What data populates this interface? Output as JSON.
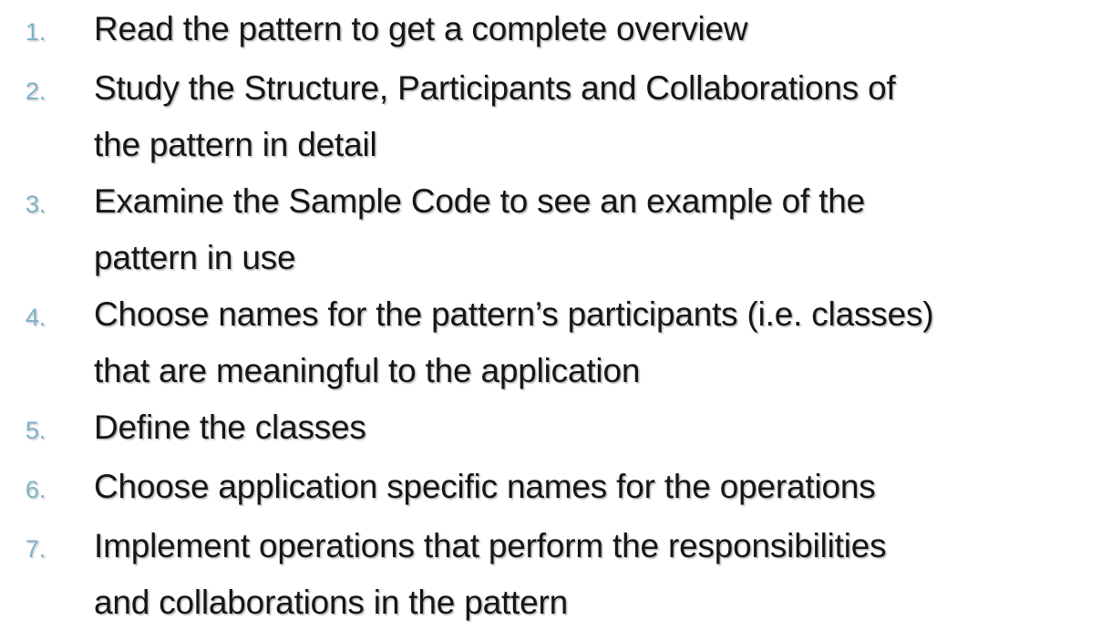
{
  "slide": {
    "background_color": "#ffffff",
    "text_color": "#161616",
    "number_accent_color": "#7EB2C8",
    "list": {
      "type": "ordered",
      "items": [
        {
          "number": "1.",
          "text": "Read the pattern to get a complete overview",
          "lines": [
            "Read the pattern to get a complete overview"
          ]
        },
        {
          "number": "2.",
          "text": "Study the Structure, Participants and Collaborations of the pattern in detail",
          "lines": [
            "Study the Structure, Participants and Collaborations of",
            "the pattern in detail"
          ]
        },
        {
          "number": "3.",
          "text": "Examine the Sample Code to see an example of the pattern in use",
          "lines": [
            "Examine the Sample Code to see an example of the",
            "pattern in use"
          ]
        },
        {
          "number": "4.",
          "text": "Choose names for the pattern’s participants (i.e. classes) that are meaningful to the application",
          "lines": [
            "Choose names for the pattern’s participants (i.e. classes)",
            "that are meaningful to the application"
          ]
        },
        {
          "number": "5.",
          "text": "Define the classes",
          "lines": [
            "Define the classes"
          ]
        },
        {
          "number": "6.",
          "text": "Choose application specific names for the operations",
          "lines": [
            "Choose application specific names for the operations"
          ]
        },
        {
          "number": "7.",
          "text": "Implement operations that perform the responsibilities and collaborations in the pattern",
          "lines": [
            "Implement operations that perform the responsibilities",
            "and collaborations in the pattern"
          ]
        }
      ]
    }
  }
}
